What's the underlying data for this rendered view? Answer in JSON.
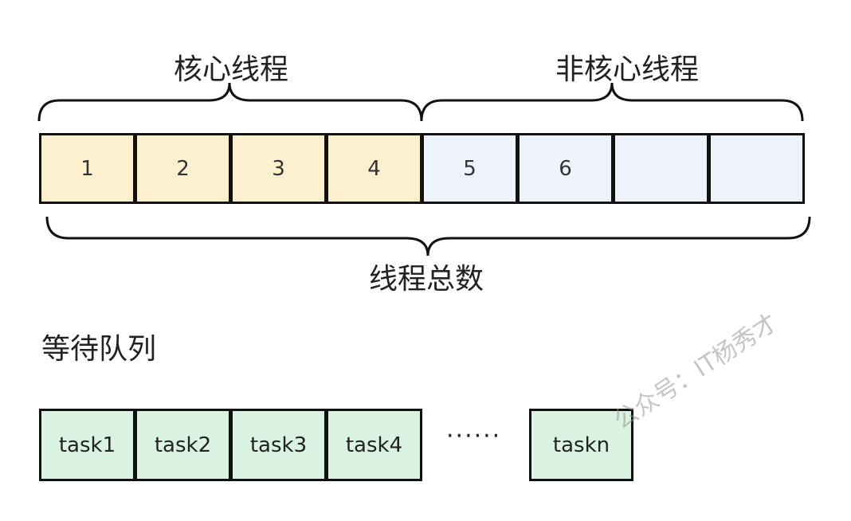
{
  "labels": {
    "core": "核心线程",
    "noncore": "非核心线程",
    "total": "线程总数",
    "queue": "等待队列"
  },
  "pool": {
    "cells": [
      {
        "text": "1",
        "kind": "core"
      },
      {
        "text": "2",
        "kind": "core"
      },
      {
        "text": "3",
        "kind": "core"
      },
      {
        "text": "4",
        "kind": "core"
      },
      {
        "text": "5",
        "kind": "noncore"
      },
      {
        "text": "6",
        "kind": "noncore"
      },
      {
        "text": "",
        "kind": "noncore"
      },
      {
        "text": "",
        "kind": "noncore"
      }
    ]
  },
  "queue": {
    "tasks": [
      "task1",
      "task2",
      "task3",
      "task4"
    ],
    "ellipsis": "······",
    "last_task": "taskn"
  },
  "watermark": "公众号：IT杨秀才",
  "colors": {
    "core_fill": "#fdf0cf",
    "noncore_fill": "#eef2fb",
    "task_fill": "#d9f2e1",
    "border": "#111111"
  }
}
